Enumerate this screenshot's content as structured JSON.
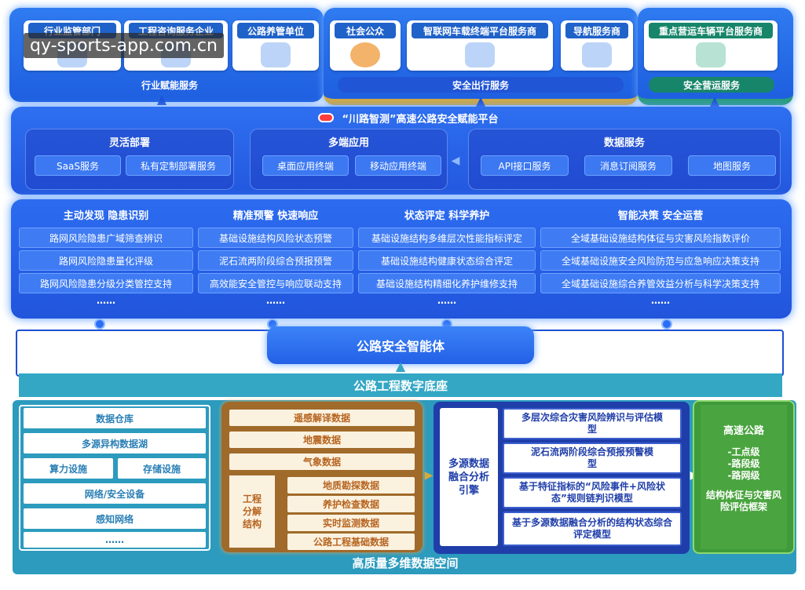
{
  "top_services": {
    "industry": {
      "cards": [
        {
          "label": "行业监管部门"
        },
        {
          "label": "工程咨询服务企业"
        },
        {
          "label": "公路养管单位"
        }
      ],
      "bar": "行业赋能服务"
    },
    "travel": {
      "cards": [
        {
          "label": "社会公众"
        },
        {
          "label": "智联网车载终端平台服务商"
        },
        {
          "label": "导航服务商"
        }
      ],
      "bar": "安全出行服务"
    },
    "operation": {
      "cards": [
        {
          "label": "重点营运车辆平台服务商"
        }
      ],
      "bar": "安全营运服务"
    }
  },
  "platform": {
    "title": "“川路智测”高速公路安全赋能平台",
    "groups": [
      {
        "title": "灵活部署",
        "items": [
          "SaaS服务",
          "私有定制部署服务"
        ]
      },
      {
        "title": "多端应用",
        "items": [
          "桌面应用终端",
          "移动应用终端"
        ]
      },
      {
        "title": "数据服务",
        "items": [
          "API接口服务",
          "消息订阅服务",
          "地图服务"
        ]
      }
    ]
  },
  "capabilities": [
    {
      "title": "主动发现  隐患识别",
      "items": [
        "路网风险隐患广域筛查辨识",
        "路网风险隐患量化评级",
        "路网风险隐患分级分类管控支持"
      ],
      "more": "……"
    },
    {
      "title": "精准预警  快速响应",
      "items": [
        "基础设施结构风险状态预警",
        "泥石流两阶段综合预报预警",
        "高效能安全管控与响应联动支持"
      ],
      "more": "……"
    },
    {
      "title": "状态评定  科学养护",
      "items": [
        "基础设施结构多维层次性能指标评定",
        "基础设施结构健康状态综合评定",
        "基础设施结构精细化养护维修支持"
      ],
      "more": "……"
    },
    {
      "title": "智能决策  安全运营",
      "items": [
        "全域基础设施结构体征与灾害风险指数评价",
        "全域基础设施安全风险防范与应急响应决策支持",
        "全域基础设施综合养管效益分析与科学决策支持"
      ],
      "more": "……"
    }
  ],
  "agent": "公路安全智能体",
  "digital_base": "公路工程数字底座",
  "data_space": {
    "title": "高质量多维数据空间",
    "infra": {
      "rows": [
        "数据仓库",
        "多源异构数据湖"
      ],
      "pair": [
        "算力设施",
        "存储设施"
      ],
      "rows2": [
        "网络/安全设备",
        "感知网络"
      ],
      "more": "……"
    },
    "sources": {
      "top": [
        "遥感解译数据",
        "地震数据",
        "气象数据"
      ],
      "structure_label": "工程分解结构",
      "side": [
        "地质勘探数据",
        "养护检查数据",
        "实时监测数据",
        "公路工程基础数据"
      ]
    },
    "engine": "多源数据融合分析引擎",
    "models": [
      "多层次综合灾害风险辨识与评估模型",
      "泥石流两阶段综合预报预警模型",
      "基于特征指标的“风险事件+风险状态”规则链判识模型",
      "基于多源数据融合分析的结构状态综合评定模型"
    ],
    "framework": {
      "title": "高速公路",
      "levels": [
        "-工点级",
        "-路段级",
        "-路网级"
      ],
      "subtitle": "结构体征与灾害风险评估框架"
    }
  },
  "watermark": "qy-sports-app.com.cn",
  "colors": {
    "primary_blue": "#2358df",
    "teal": "#34a7c4",
    "brown": "#a06a2a",
    "navy": "#1f3ea9",
    "green": "#3f9b3a",
    "gold": "#d6a93c"
  }
}
